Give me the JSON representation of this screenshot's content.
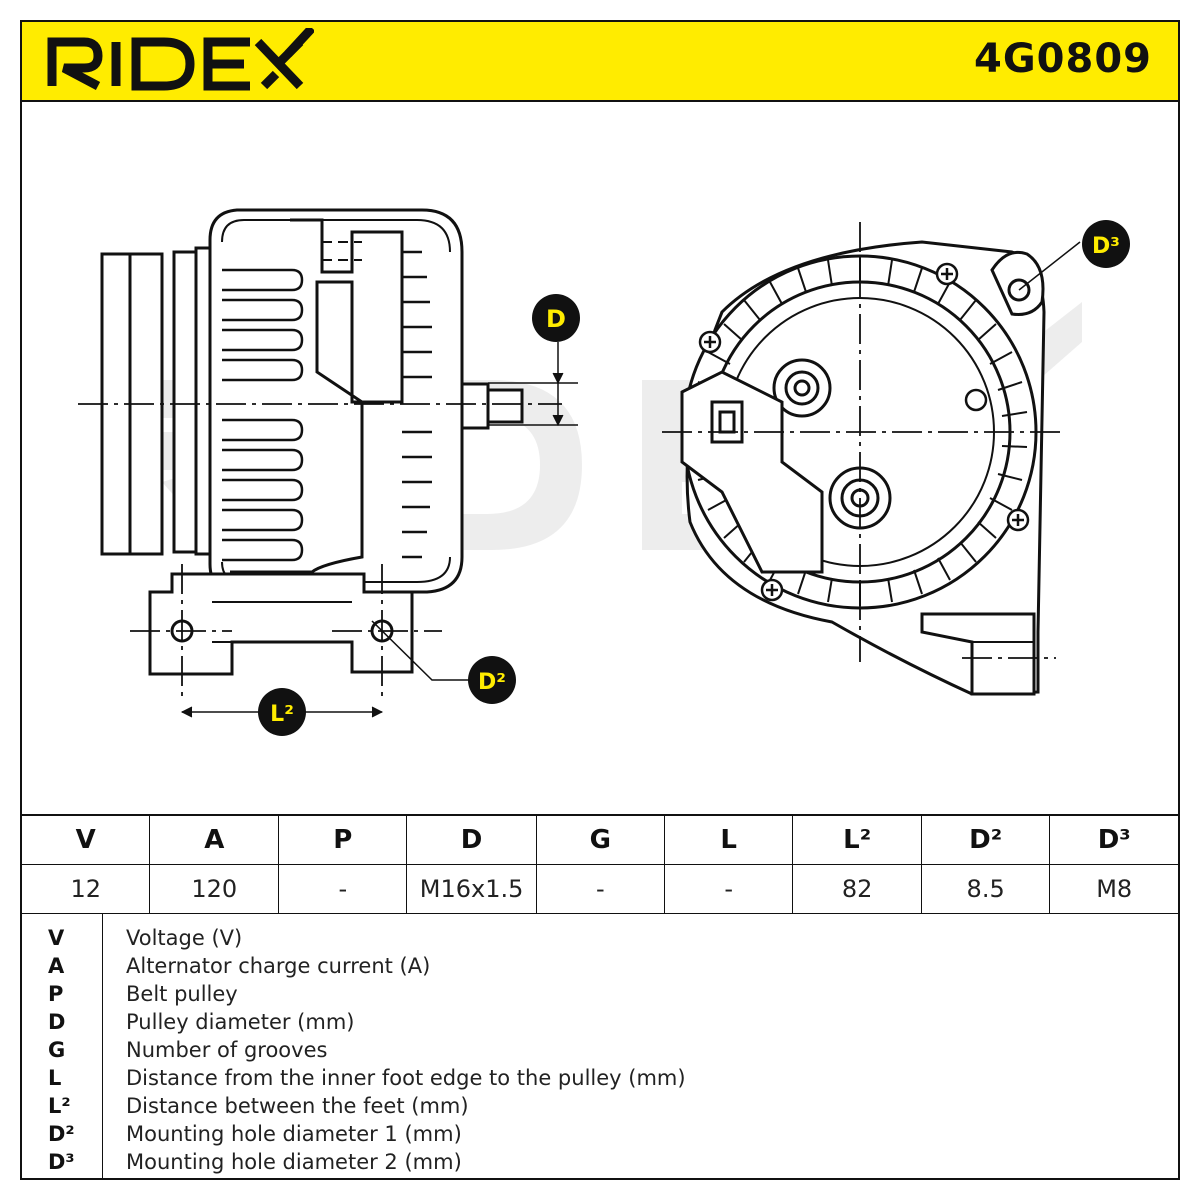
{
  "header": {
    "brand": "RIDEX",
    "part_number": "4G0809",
    "accent_color": "#ffec00"
  },
  "drawing": {
    "watermark": "RIDEX",
    "labels": {
      "d": "D",
      "d2": "D²",
      "d3": "D³",
      "l2": "L²"
    },
    "badge_color": "#111111",
    "badge_text_color": "#ffec00"
  },
  "specs": {
    "headers": [
      "V",
      "A",
      "P",
      "D",
      "G",
      "L",
      "L²",
      "D²",
      "D³"
    ],
    "values": [
      "12",
      "120",
      "-",
      "M16x1.5",
      "-",
      "-",
      "82",
      "8.5",
      "M8"
    ]
  },
  "legend": [
    {
      "key": "V",
      "desc": "Voltage (V)"
    },
    {
      "key": "A",
      "desc": "Alternator charge current (A)"
    },
    {
      "key": "P",
      "desc": "Belt pulley"
    },
    {
      "key": "D",
      "desc": "Pulley diameter (mm)"
    },
    {
      "key": "G",
      "desc": "Number of grooves"
    },
    {
      "key": "L",
      "desc": "Distance from the inner foot edge to the pulley (mm)"
    },
    {
      "key": "L²",
      "desc": "Distance between the feet (mm)"
    },
    {
      "key": "D²",
      "desc": "Mounting hole diameter 1 (mm)"
    },
    {
      "key": "D³",
      "desc": "Mounting hole diameter 2 (mm)"
    }
  ]
}
